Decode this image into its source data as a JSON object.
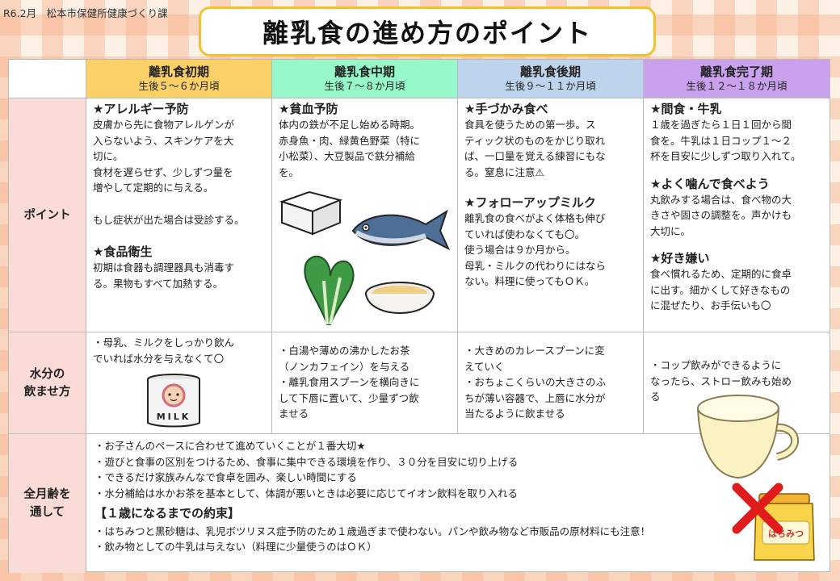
{
  "header_note": "R6.2月　松本市保健所健康づくり課",
  "title": "離乳食の進め方のポイント",
  "columns": [
    {
      "name": "離乳食初期",
      "age": "生後５～６か月頃",
      "color": "#fbd167"
    },
    {
      "name": "離乳食中期",
      "age": "生後７～８か月頃",
      "color": "#96f7c9"
    },
    {
      "name": "離乳食後期",
      "age": "生後９～１１か月頃",
      "color": "#bed4ec"
    },
    {
      "name": "離乳食完了期",
      "age": "生後１２～１８か月頃",
      "color": "#c9a1ec"
    }
  ],
  "rows": {
    "point_label": "ポイント",
    "water_label_1": "水分の",
    "water_label_2": "飲ませ方",
    "all_label_1": "全月齢を",
    "all_label_2": "通して"
  },
  "points": {
    "early": {
      "h1": "★アレルギー予防",
      "l1": "皮膚から先に食物アレルゲンが",
      "l2": "入らないよう、スキンケアを大",
      "l3": "切に。",
      "l4": "食材を遅らせず、少しずつ量を",
      "l5": "増やして定期的に与える。",
      "l6": "もし症状が出た場合は受診する。",
      "h2": "★食品衛生",
      "l7": "初期は食器も調理器具も消毒す",
      "l8": "る。果物もすべて加熱する。"
    },
    "mid": {
      "h1": "★貧血予防",
      "l1": "体内の鉄が不足し始める時期。",
      "l2": "赤身魚・肉、緑黄色野菜（特に",
      "l3": "小松菜）、大豆製品で鉄分補給",
      "l4": "を。"
    },
    "late": {
      "h1": "★手づかみ食べ",
      "l1": "食具を使うための第一歩。ス",
      "l2": "ティック状のものをかじり取れ",
      "l3": "ば、一口量を覚える練習にもな",
      "l4": "る。窒息に注意⚠",
      "h2": "★フォローアップミルク",
      "l5": "離乳食の食べがよく体格も伸び",
      "l6": "ていれば使わなくても〇。",
      "l7": "使う場合は９か月から。",
      "l8": "母乳・ミルクの代わりにはなら",
      "l9": "ない。料理に使ってもＯＫ。"
    },
    "complete": {
      "h1": "★間食・牛乳",
      "l1": "１歳を過ぎたら１日１回から間",
      "l2": "食を。牛乳は１日コップ１～２",
      "l3": "杯を目安に少しずつ取り入れて。",
      "h2": "★よく噛んで食べよう",
      "l4": "丸飲みする場合は、食べ物の大",
      "l5": "きさや固さの調整を。声かけも",
      "l6": "大切に。",
      "h3": "★好き嫌い",
      "l7": "食べ慣れるため、定期的に食卓",
      "l8": "に出す。細かくして好きなもの",
      "l9": "に混ぜたり、お手伝いも〇"
    }
  },
  "water": {
    "early_1": "・母乳、ミルクをしっかり飲ん",
    "early_2": "でいれば水分を与えなくて〇",
    "mid_1": "・白湯や薄めの沸かしたお茶",
    "mid_2": "（ノンカフェイン）を与える",
    "mid_3": "・離乳食用スプーンを横向きに",
    "mid_4": "して下唇に置いて、少量ずつ飲",
    "mid_5": "ませる",
    "late_1": "・大きめのカレースプーンに変",
    "late_2": "えていく",
    "late_3": "・おちょこくらいの大きさのふ",
    "late_4": "ちが薄い容器で、上唇に水分が",
    "late_5": "当たるように飲ませる",
    "complete_1": "・コップ飲みができるように",
    "complete_2": "なったら、ストロー飲みも始め",
    "complete_3": "る",
    "milk_label": "MILK"
  },
  "all_ages": {
    "b1": "・お子さんのペースに合わせて進めていくことが１番大切★",
    "b2": "・遊びと食事の区別をつけるため、食事に集中できる環境を作り、３０分を目安に切り上げる",
    "b3": "・できるだけ家族みんなで食卓を囲み、楽しい時間にする",
    "b4": "・水分補給は水かお茶を基本として、体調が悪いときは必要に応じてイオン飲料を取り入れる",
    "promise": "【１歳になるまでの約束】",
    "p1": "・はちみつと黒砂糖は、乳児ボツリヌス症予防のため１歳過ぎまで使わない。パンや飲み物など市販品の原材料にも注意！",
    "p2": "・飲み物としての牛乳は与えない（料理に少量使うのはＯＫ）",
    "honey_label": "はちみつ"
  }
}
